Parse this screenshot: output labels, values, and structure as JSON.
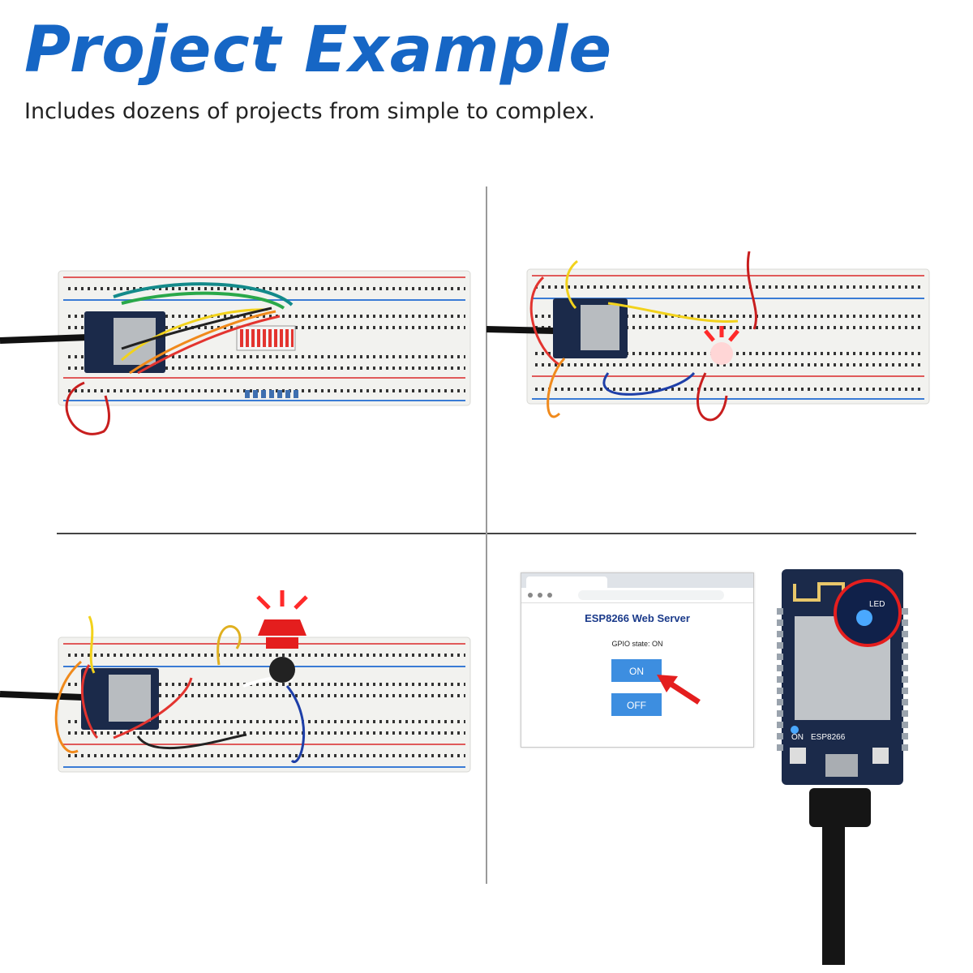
{
  "header": {
    "title": "Project Example",
    "subtitle": "Includes dozens of projects from simple to complex."
  },
  "web_server": {
    "title": "ESP8266 Web Server",
    "state": "GPIO state: ON",
    "on_label": "ON",
    "off_label": "OFF"
  },
  "board": {
    "led_label": "LED",
    "on_label": "ON",
    "chip_label": "ESP8266"
  },
  "colors": {
    "title_blue": "#1666c5",
    "button_blue": "#3d8ee0",
    "breadboard": "#f2f2ef",
    "rail_red": "#e05a5a",
    "rail_blue": "#3a7bd5",
    "pcb": "#1b2a4a"
  }
}
